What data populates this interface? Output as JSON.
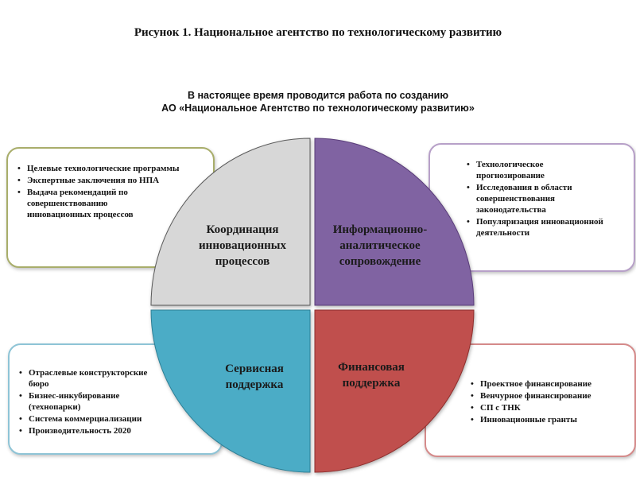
{
  "figure_title": "Рисунок 1. Национальное агентство по технологическому развитию",
  "subtitle_lines": [
    "В настоящее время проводится работа по созданию",
    "АО «Национальное Агентство по технологическому развитию»"
  ],
  "colors": {
    "coordination": "#d7d7d7",
    "information": "#8064a2",
    "service": "#4bacc6",
    "financial": "#c0504d"
  },
  "quadrants": {
    "coordination": [
      "Координация",
      "инновационных",
      "процессов"
    ],
    "information": [
      "Информационно-",
      "аналитическое",
      "сопровождение"
    ],
    "service": [
      "Сервисная",
      "поддержка"
    ],
    "financial": [
      "Финансовая",
      "поддержка"
    ]
  },
  "callouts": {
    "top_left": [
      "Целевые технологические программы",
      "Экспертные заключения по НПА",
      "Выдача рекомендаций по совершенствованию инновационных процессов"
    ],
    "top_right": [
      "Технологическое прогнозирование",
      "Исследования в области совершенствования законодательства",
      "Популяризация инновационной деятельности"
    ],
    "bottom_left": [
      "Отраслевые конструкторские бюро",
      "Бизнес-инкубирование (технопарки)",
      "Система коммерциализации",
      "Производительность 2020"
    ],
    "bottom_right": [
      "Проектное финансирование",
      "Венчурное финансирование",
      "СП с ТНК",
      "Инновационные гранты"
    ]
  }
}
